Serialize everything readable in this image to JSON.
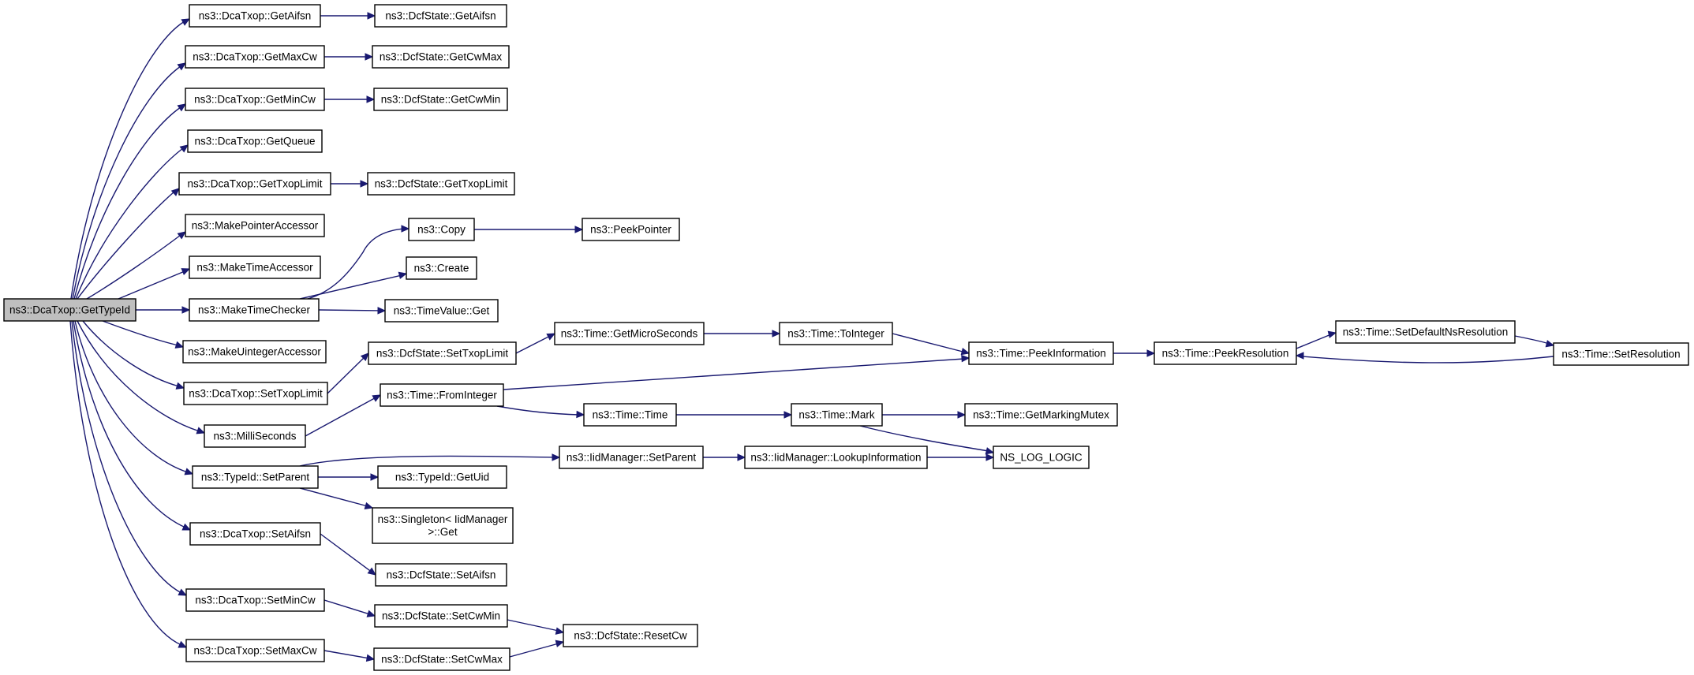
{
  "nodes": [
    {
      "id": "gettypeid",
      "lines": [
        "ns3::DcaTxop::GetTypeId"
      ],
      "root": true
    },
    {
      "id": "getaifsn",
      "lines": [
        "ns3::DcaTxop::GetAifsn"
      ]
    },
    {
      "id": "dcf-getaifsn",
      "lines": [
        "ns3::DcfState::GetAifsn"
      ]
    },
    {
      "id": "getmaxcw",
      "lines": [
        "ns3::DcaTxop::GetMaxCw"
      ]
    },
    {
      "id": "dcf-getcwmax",
      "lines": [
        "ns3::DcfState::GetCwMax"
      ]
    },
    {
      "id": "getmincw",
      "lines": [
        "ns3::DcaTxop::GetMinCw"
      ]
    },
    {
      "id": "dcf-getcwmin",
      "lines": [
        "ns3::DcfState::GetCwMin"
      ]
    },
    {
      "id": "getqueue",
      "lines": [
        "ns3::DcaTxop::GetQueue"
      ]
    },
    {
      "id": "gettxoplimit",
      "lines": [
        "ns3::DcaTxop::GetTxopLimit"
      ]
    },
    {
      "id": "dcf-gettxoplimit",
      "lines": [
        "ns3::DcfState::GetTxopLimit"
      ]
    },
    {
      "id": "makepointeraccessor",
      "lines": [
        "ns3::MakePointerAccessor"
      ]
    },
    {
      "id": "copy",
      "lines": [
        "ns3::Copy"
      ]
    },
    {
      "id": "peekpointer",
      "lines": [
        "ns3::PeekPointer"
      ]
    },
    {
      "id": "maketimeaccessor",
      "lines": [
        "ns3::MakeTimeAccessor"
      ]
    },
    {
      "id": "create",
      "lines": [
        "ns3::Create"
      ]
    },
    {
      "id": "maketimechecker",
      "lines": [
        "ns3::MakeTimeChecker"
      ]
    },
    {
      "id": "timevalue-get",
      "lines": [
        "ns3::TimeValue::Get"
      ]
    },
    {
      "id": "makeuintegeraccessor",
      "lines": [
        "ns3::MakeUintegerAccessor"
      ]
    },
    {
      "id": "dcf-settxoplimit",
      "lines": [
        "ns3::DcfState::SetTxopLimit"
      ]
    },
    {
      "id": "getmicroseconds",
      "lines": [
        "ns3::Time::GetMicroSeconds"
      ]
    },
    {
      "id": "tointeger",
      "lines": [
        "ns3::Time::ToInteger"
      ]
    },
    {
      "id": "peekinformation",
      "lines": [
        "ns3::Time::PeekInformation"
      ]
    },
    {
      "id": "peekresolution",
      "lines": [
        "ns3::Time::PeekResolution"
      ]
    },
    {
      "id": "setdefaultnsresolution",
      "lines": [
        "ns3::Time::SetDefaultNsResolution"
      ]
    },
    {
      "id": "setresolution",
      "lines": [
        "ns3::Time::SetResolution"
      ]
    },
    {
      "id": "settxoplimit",
      "lines": [
        "ns3::DcaTxop::SetTxopLimit"
      ]
    },
    {
      "id": "frominteger",
      "lines": [
        "ns3::Time::FromInteger"
      ]
    },
    {
      "id": "milliseconds",
      "lines": [
        "ns3::MilliSeconds"
      ]
    },
    {
      "id": "time-time",
      "lines": [
        "ns3::Time::Time"
      ]
    },
    {
      "id": "time-mark",
      "lines": [
        "ns3::Time::Mark"
      ]
    },
    {
      "id": "getmarkingmutex",
      "lines": [
        "ns3::Time::GetMarkingMutex"
      ]
    },
    {
      "id": "typeid-setparent",
      "lines": [
        "ns3::TypeId::SetParent"
      ]
    },
    {
      "id": "iid-setparent",
      "lines": [
        "ns3::IidManager::SetParent"
      ]
    },
    {
      "id": "lookupinformation",
      "lines": [
        "ns3::IidManager::LookupInformation"
      ]
    },
    {
      "id": "ns-log-logic",
      "lines": [
        "NS_LOG_LOGIC"
      ]
    },
    {
      "id": "typeid-getuid",
      "lines": [
        "ns3::TypeId::GetUid"
      ]
    },
    {
      "id": "singleton-get",
      "lines": [
        "ns3::Singleton< IidManager",
        ">::Get"
      ]
    },
    {
      "id": "setaifsn",
      "lines": [
        "ns3::DcaTxop::SetAifsn"
      ]
    },
    {
      "id": "dcf-setaifsn",
      "lines": [
        "ns3::DcfState::SetAifsn"
      ]
    },
    {
      "id": "setmincw",
      "lines": [
        "ns3::DcaTxop::SetMinCw"
      ]
    },
    {
      "id": "dcf-setcwmin",
      "lines": [
        "ns3::DcfState::SetCwMin"
      ]
    },
    {
      "id": "dcf-resetcw",
      "lines": [
        "ns3::DcfState::ResetCw"
      ]
    },
    {
      "id": "setmaxcw",
      "lines": [
        "ns3::DcaTxop::SetMaxCw"
      ]
    },
    {
      "id": "dcf-setcwmax",
      "lines": [
        "ns3::DcfState::SetCwMax"
      ]
    }
  ],
  "edges": [
    {
      "from": "gettypeid",
      "to": "getaifsn"
    },
    {
      "from": "gettypeid",
      "to": "getmaxcw"
    },
    {
      "from": "gettypeid",
      "to": "getmincw"
    },
    {
      "from": "gettypeid",
      "to": "getqueue"
    },
    {
      "from": "gettypeid",
      "to": "gettxoplimit"
    },
    {
      "from": "gettypeid",
      "to": "makepointeraccessor"
    },
    {
      "from": "gettypeid",
      "to": "maketimeaccessor"
    },
    {
      "from": "gettypeid",
      "to": "maketimechecker"
    },
    {
      "from": "gettypeid",
      "to": "makeuintegeraccessor"
    },
    {
      "from": "gettypeid",
      "to": "settxoplimit"
    },
    {
      "from": "gettypeid",
      "to": "milliseconds"
    },
    {
      "from": "gettypeid",
      "to": "typeid-setparent"
    },
    {
      "from": "gettypeid",
      "to": "setaifsn"
    },
    {
      "from": "gettypeid",
      "to": "setmincw"
    },
    {
      "from": "gettypeid",
      "to": "setmaxcw"
    },
    {
      "from": "getaifsn",
      "to": "dcf-getaifsn"
    },
    {
      "from": "getmaxcw",
      "to": "dcf-getcwmax"
    },
    {
      "from": "getmincw",
      "to": "dcf-getcwmin"
    },
    {
      "from": "gettxoplimit",
      "to": "dcf-gettxoplimit"
    },
    {
      "from": "maketimechecker",
      "to": "copy"
    },
    {
      "from": "maketimechecker",
      "to": "create"
    },
    {
      "from": "maketimechecker",
      "to": "timevalue-get"
    },
    {
      "from": "copy",
      "to": "peekpointer"
    },
    {
      "from": "settxoplimit",
      "to": "dcf-settxoplimit"
    },
    {
      "from": "dcf-settxoplimit",
      "to": "getmicroseconds"
    },
    {
      "from": "getmicroseconds",
      "to": "tointeger"
    },
    {
      "from": "tointeger",
      "to": "peekinformation"
    },
    {
      "from": "peekinformation",
      "to": "peekresolution"
    },
    {
      "from": "peekresolution",
      "to": "setdefaultnsresolution"
    },
    {
      "from": "setdefaultnsresolution",
      "to": "setresolution"
    },
    {
      "from": "setresolution",
      "to": "peekresolution"
    },
    {
      "from": "milliseconds",
      "to": "frominteger"
    },
    {
      "from": "frominteger",
      "to": "peekinformation"
    },
    {
      "from": "frominteger",
      "to": "time-time"
    },
    {
      "from": "time-time",
      "to": "time-mark"
    },
    {
      "from": "time-mark",
      "to": "getmarkingmutex"
    },
    {
      "from": "time-mark",
      "to": "ns-log-logic"
    },
    {
      "from": "typeid-setparent",
      "to": "iid-setparent"
    },
    {
      "from": "typeid-setparent",
      "to": "typeid-getuid"
    },
    {
      "from": "typeid-setparent",
      "to": "singleton-get"
    },
    {
      "from": "iid-setparent",
      "to": "lookupinformation"
    },
    {
      "from": "lookupinformation",
      "to": "ns-log-logic"
    },
    {
      "from": "setaifsn",
      "to": "dcf-setaifsn"
    },
    {
      "from": "setmincw",
      "to": "dcf-setcwmin"
    },
    {
      "from": "setmaxcw",
      "to": "dcf-setcwmax"
    },
    {
      "from": "dcf-setcwmin",
      "to": "dcf-resetcw"
    },
    {
      "from": "dcf-setcwmax",
      "to": "dcf-resetcw"
    }
  ]
}
